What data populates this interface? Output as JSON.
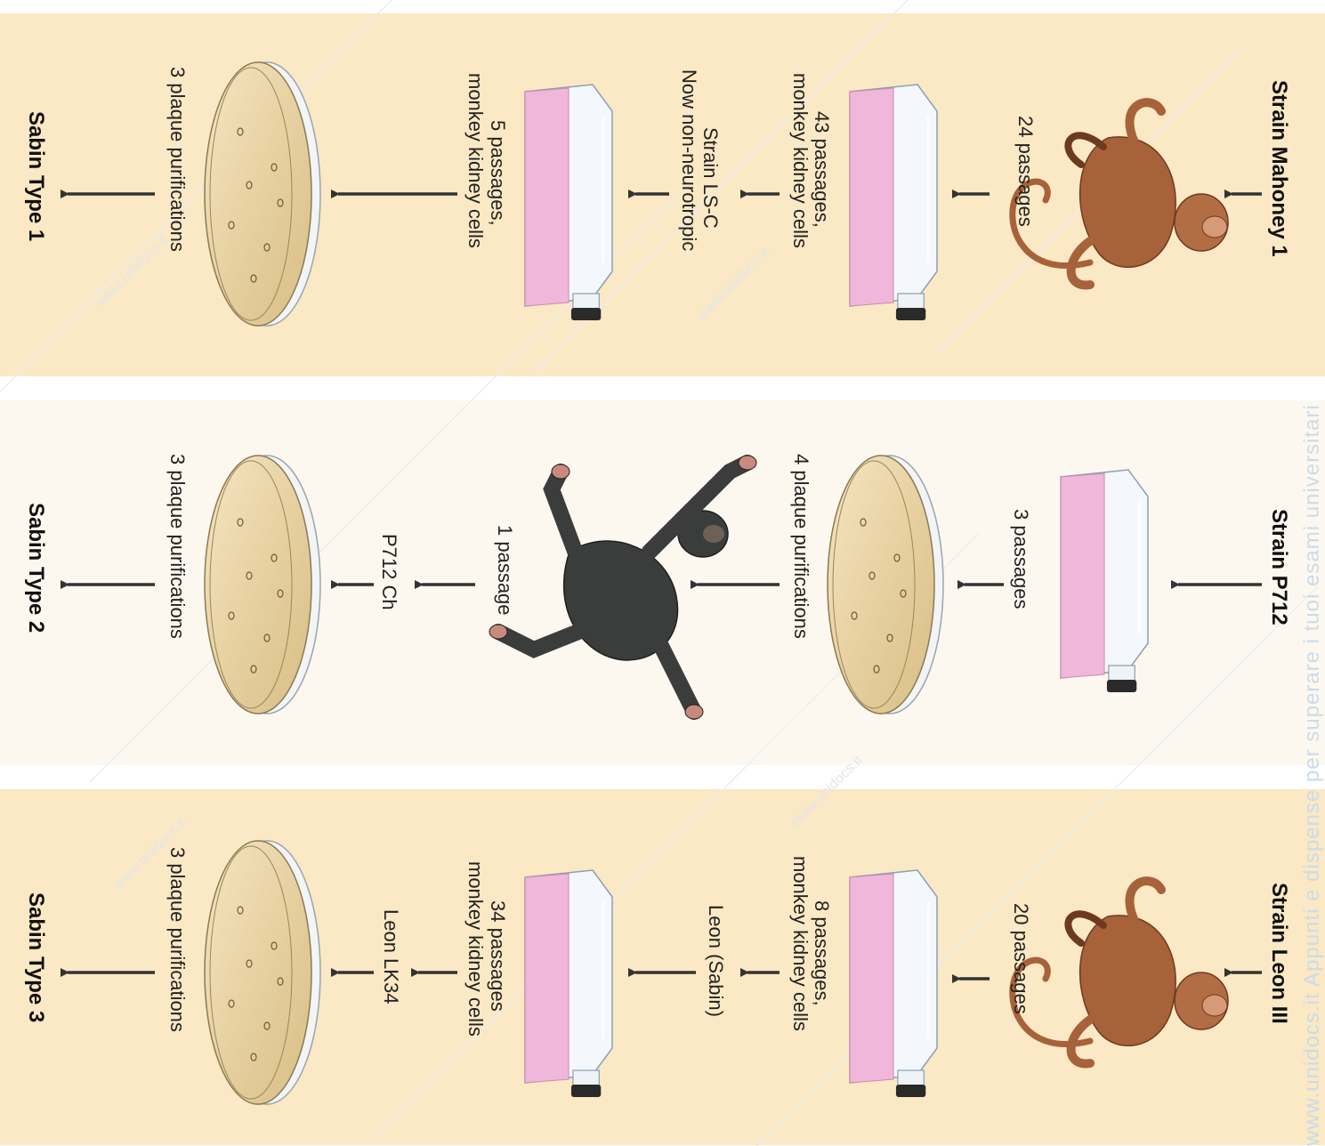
{
  "rows": [
    {
      "strain": "Strain Mahoney 1",
      "steps": [
        "24 passages",
        "43 passages,",
        "monkey kidney cells",
        "Strain LS-C",
        "Now non-neurotropic",
        "5 passages,",
        "monkey kidney cells",
        "3 plaque purifications"
      ],
      "result": "Sabin Type 1"
    },
    {
      "strain": "Strain P712",
      "steps": [
        "3 passages",
        "4 plaque purifications",
        "1 passage",
        "P712 Ch",
        "3 plaque purifications"
      ],
      "result": "Sabin Type 2"
    },
    {
      "strain": "Strain Leon III",
      "steps": [
        "20 passages",
        "8 passages,",
        "monkey kidney cells",
        "Leon (Sabin)",
        "34 passages",
        "monkey kidney cells",
        "Leon LK34",
        "3 plaque purifications"
      ],
      "result": "Sabin Type 3"
    }
  ],
  "watermark": {
    "side": "www.unidocs.it    Appunti e dispense per superare i tuoi esami universitari",
    "diagonal": "www.unidocs.it"
  },
  "colors": {
    "band_yellow": "#fbe8c4",
    "band_light": "#fdf8ef",
    "flask_pink": "#f0b7da",
    "dish_fill": "#ecd7a6",
    "arrow": "#333333"
  }
}
